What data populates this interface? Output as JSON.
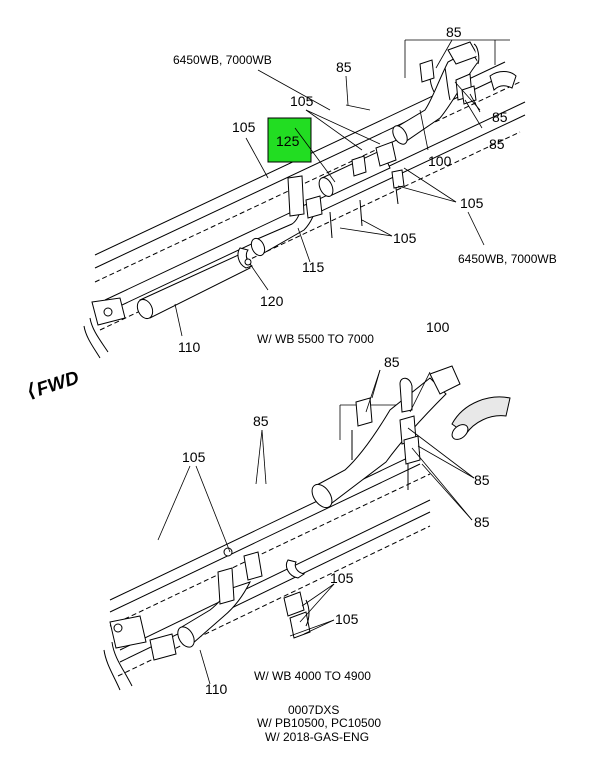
{
  "labels": {
    "top_wb_left": "6450WB, 7000WB",
    "top_85_a": "85",
    "top_85_b": "85",
    "top_85_c": "85",
    "top_85_d": "85",
    "top_105_a": "105",
    "top_105_b": "105",
    "top_105_c": "105",
    "top_105_d": "105",
    "top_100": "100",
    "top_125": "125",
    "top_115": "115",
    "top_120": "120",
    "top_110": "110",
    "top_wb_right": "6450WB, 7000WB",
    "bot_100": "100",
    "bot_85_a": "85",
    "bot_85_b": "85",
    "bot_85_c": "85",
    "bot_85_d": "85",
    "bot_105_a": "105",
    "bot_105_b": "105",
    "bot_105_c": "105",
    "bot_110": "110"
  },
  "captions": {
    "top_view": "W/ WB 5500 TO 7000",
    "bottom_view": "W/ WB 4000 TO 4900",
    "code": "0007DXS",
    "condition_1": "W/ PB10500, PC10500",
    "condition_2": "W/ 2018-GAS-ENG"
  },
  "direction": "FWD",
  "colors": {
    "highlight": "#22dd22"
  }
}
